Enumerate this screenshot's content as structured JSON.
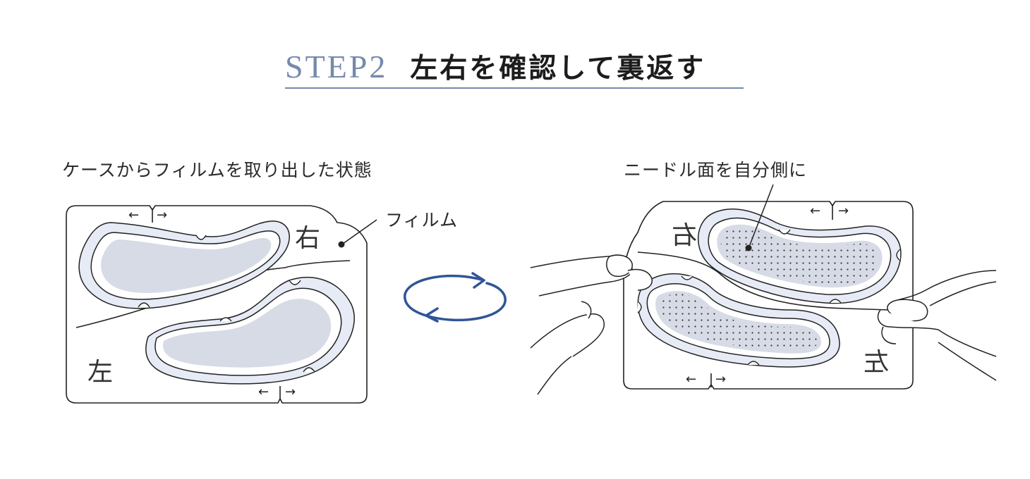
{
  "title": {
    "step": "STEP2",
    "heading": "左右を確認して裏返す"
  },
  "left_panel": {
    "caption": "ケースからフィルムを取り出した状態",
    "film_label": "フィルム",
    "marks": {
      "right": "右",
      "left": "左"
    },
    "arrows": {
      "left": "←",
      "right": "→"
    }
  },
  "right_panel": {
    "caption": "ニードル面を自分側に",
    "marks": {
      "top": "右",
      "bottom": "左"
    }
  },
  "colors": {
    "accent": "#7489ad",
    "flip_arrow": "#2f5597",
    "patch_fill": "#e6ebf5",
    "patch_inner": "#d7dbe6",
    "line": "#222222"
  },
  "icons": {
    "flip": "rotate-arrows-icon",
    "leader_dot": "pointer-dot-icon"
  }
}
